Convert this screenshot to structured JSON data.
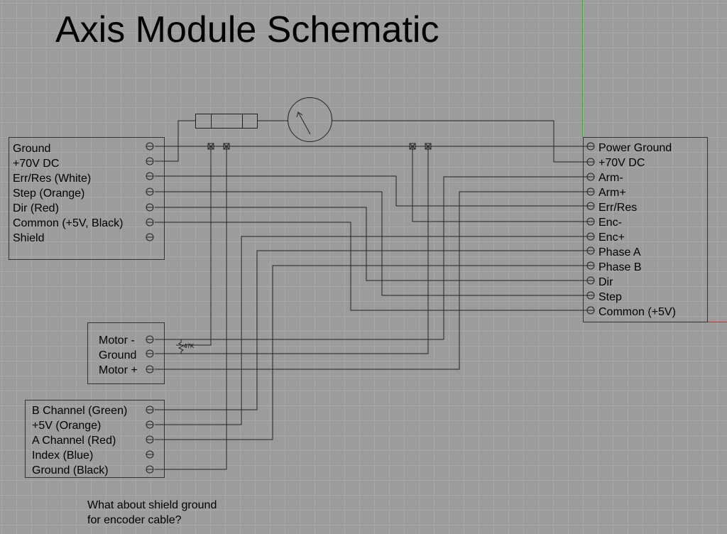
{
  "title": "Axis Module Schematic",
  "controller": {
    "pins": [
      "Ground",
      "+70V DC",
      "Err/Res (White)",
      "Step (Orange)",
      "Dir (Red)",
      "Common (+5V, Black)",
      "Shield"
    ]
  },
  "drive": {
    "pins": [
      "Power Ground",
      "+70V DC",
      "Arm-",
      "Arm+",
      "Err/Res",
      "Enc-",
      "Enc+",
      "Phase A",
      "Phase B",
      "Dir",
      "Step",
      "Common (+5V)"
    ]
  },
  "motor": {
    "pins": [
      "Motor -",
      "Ground",
      "Motor +"
    ],
    "resistor_label": "47K"
  },
  "encoder": {
    "pins": [
      "B Channel (Green)",
      "+5V (Orange)",
      "A Channel (Red)",
      "Index (Blue)",
      "Ground (Black)"
    ]
  },
  "note": {
    "line1": "What about shield ground",
    "line2": "for encoder cable?"
  },
  "colors": {
    "background": "#9c9c9c",
    "grid": "#a8a8a8",
    "axis_green": "#3fa83f",
    "axis_red": "#c03030",
    "wire": "#222222"
  }
}
